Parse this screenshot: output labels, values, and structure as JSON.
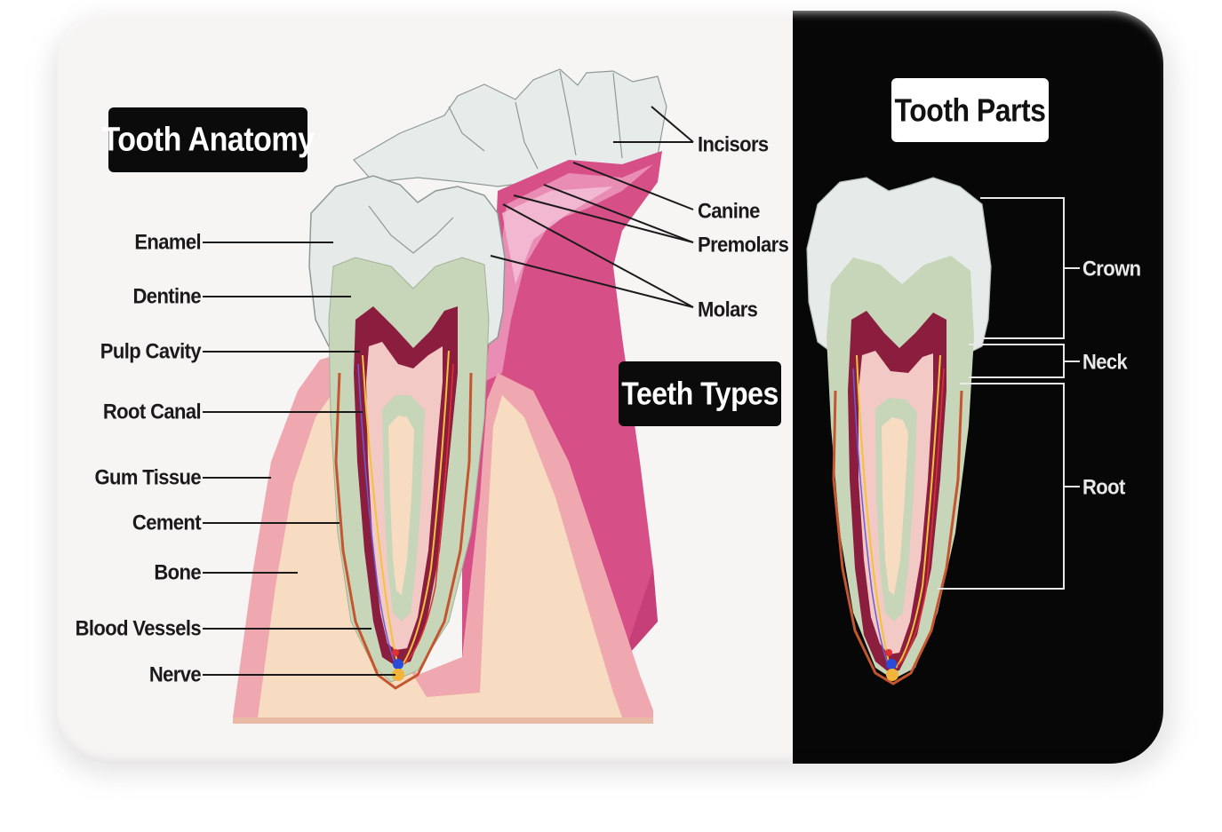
{
  "titles": {
    "tooth_anatomy": "Tooth Anatomy",
    "teeth_types": "Teeth Types",
    "tooth_parts": "Tooth Parts"
  },
  "anatomy_labels": [
    "Enamel",
    "Dentine",
    "Pulp Cavity",
    "Root Canal",
    "Gum Tissue",
    "Cement",
    "Bone",
    "Blood Vessels",
    "Nerve"
  ],
  "type_labels": [
    "Incisors",
    "Canine",
    "Premolars",
    "Molars"
  ],
  "part_labels": [
    "Crown",
    "Neck",
    "Root"
  ],
  "colors": {
    "enamel": "#e6ebe9",
    "dentine": "#c7d6b9",
    "pulp": "#8b1e3f",
    "pulp_inner": "#f2c9c4",
    "gum": "#d64f86",
    "gum_pale": "#f0a8b0",
    "bone": "#f7dcc1",
    "panel_dark": "#070707"
  }
}
